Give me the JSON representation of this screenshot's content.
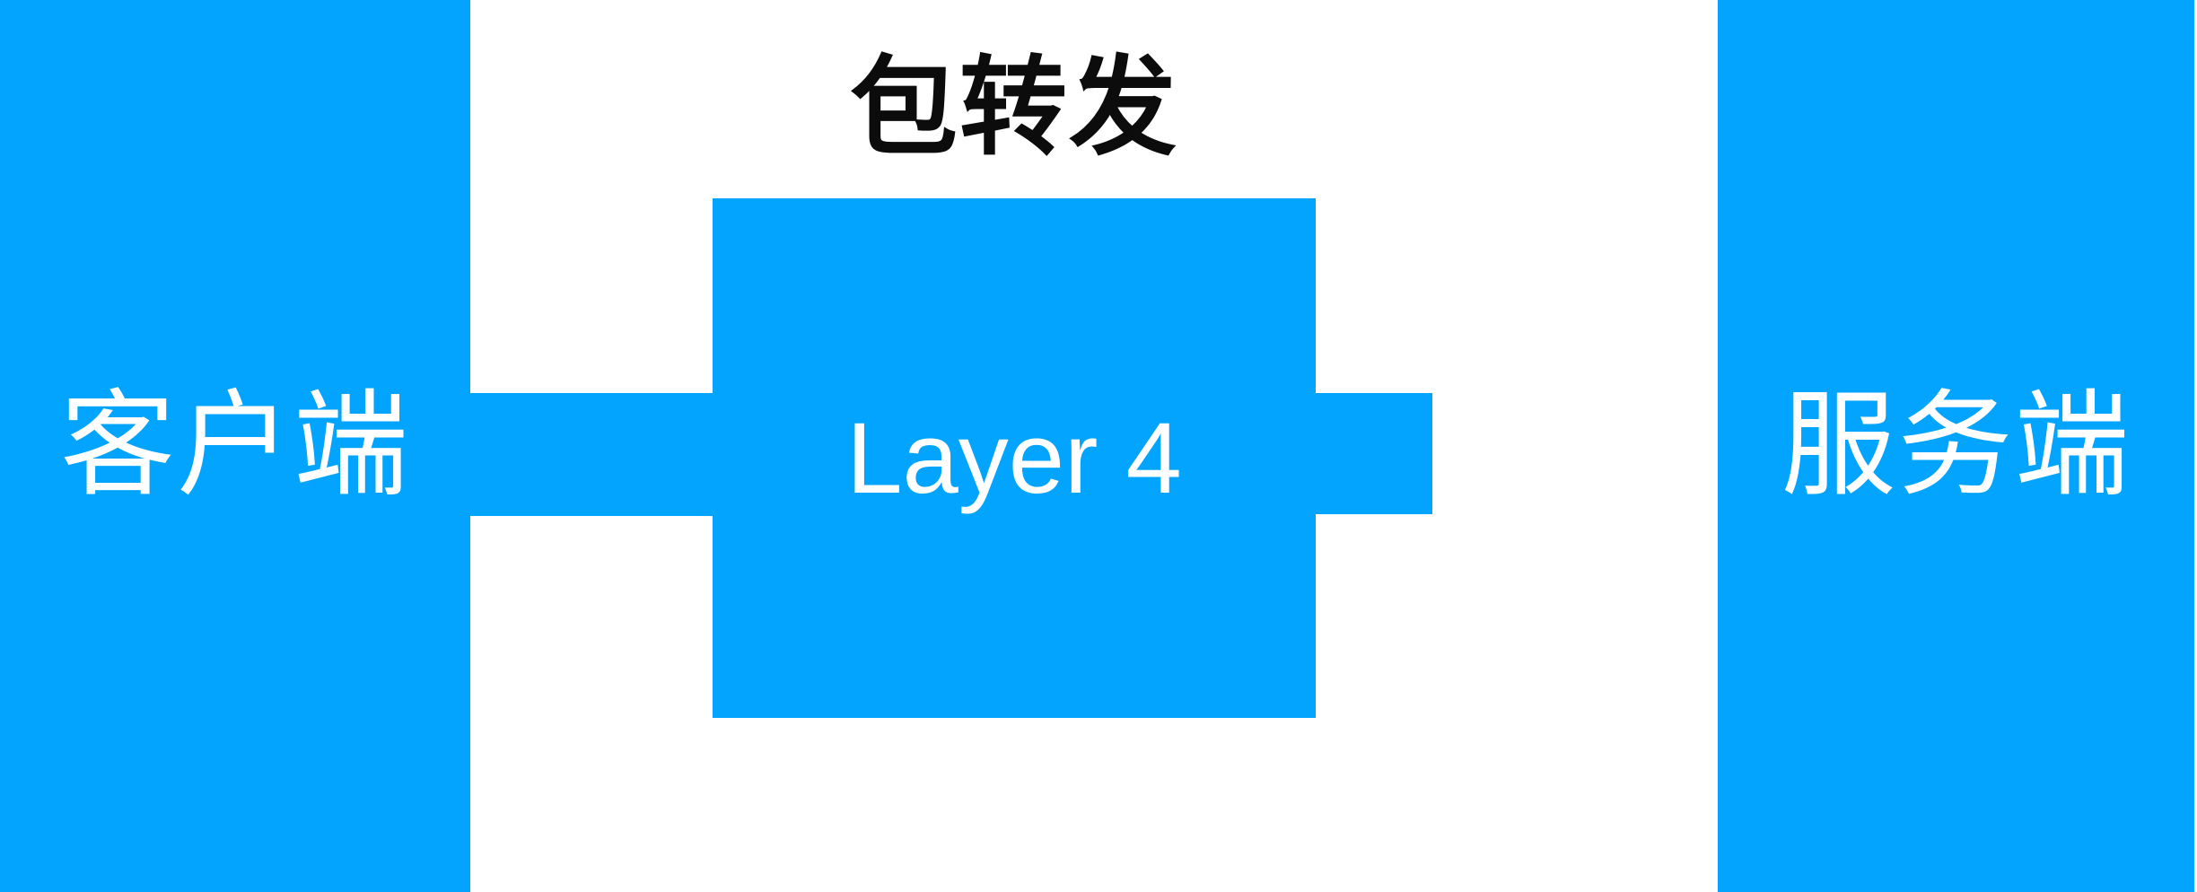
{
  "diagram": {
    "title": "Layer 4 packet forwarding flow",
    "accent_color": "#02a4fd",
    "background_color": "#ffffff",
    "caption_color": "#0c0c0c",
    "label_color": "#ffffff",
    "caption": {
      "text": "包转发"
    },
    "nodes": [
      {
        "id": "client",
        "label": "客户端"
      },
      {
        "id": "layer4",
        "label": "Layer 4"
      },
      {
        "id": "server",
        "label": "服务端"
      }
    ],
    "edges": [
      {
        "id": "client-to-layer4",
        "from": "client",
        "to": "layer4",
        "arrow": false
      },
      {
        "id": "layer4-to-server",
        "from": "layer4",
        "to": "server",
        "arrow": true
      }
    ]
  }
}
